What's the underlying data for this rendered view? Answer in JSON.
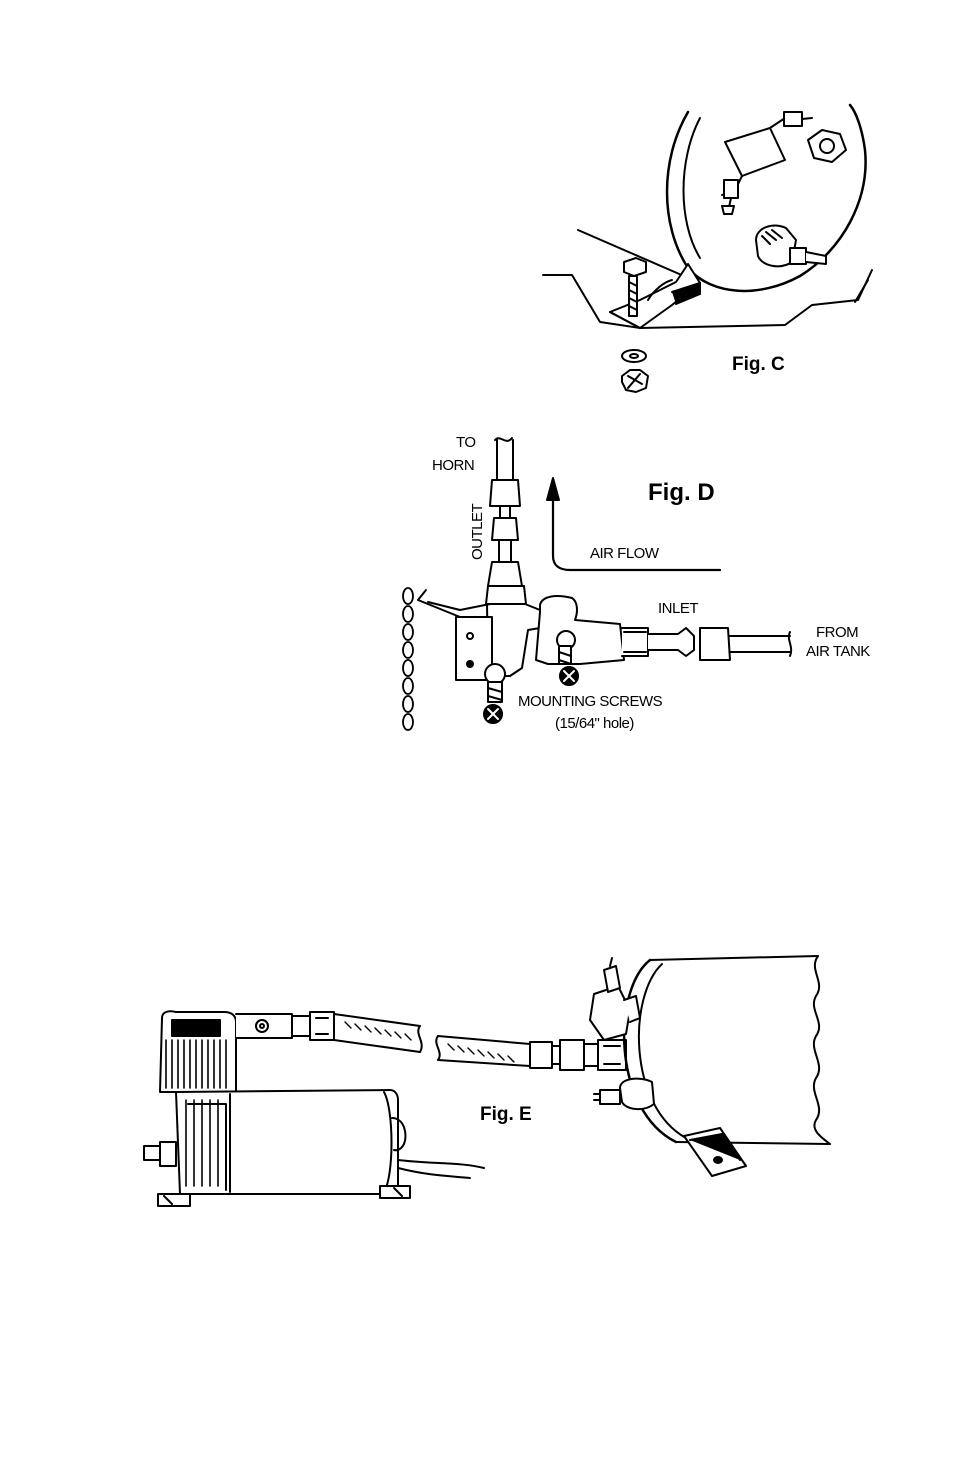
{
  "figures": {
    "fig_c": {
      "title": "Fig. C"
    },
    "fig_d": {
      "title": "Fig. D",
      "labels": {
        "to": "TO",
        "horn": "HORN",
        "outlet": "OUTLET",
        "air_flow": "AIR FLOW",
        "inlet": "INLET",
        "from": "FROM",
        "air_tank": "AIR TANK",
        "mounting_screws": "MOUNTING SCREWS",
        "hole_size": "(15/64\" hole)"
      }
    },
    "fig_e": {
      "title": "Fig. E"
    }
  }
}
